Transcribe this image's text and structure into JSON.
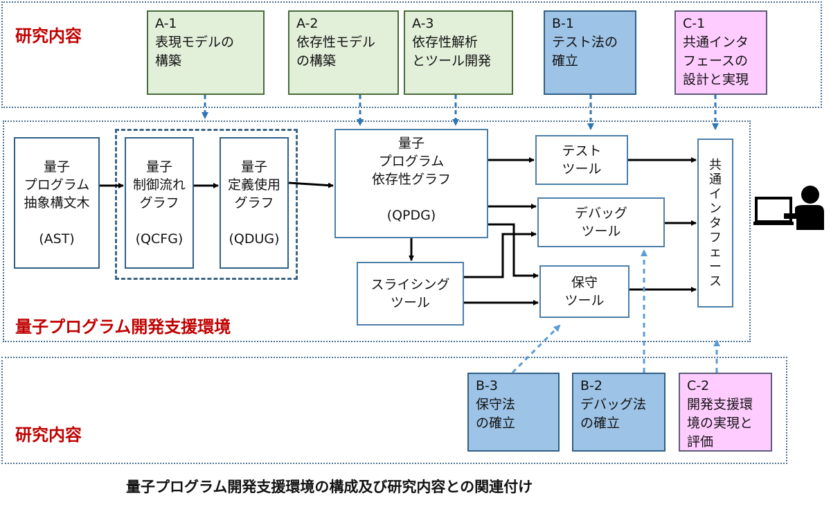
{
  "research_top": {
    "label": "研究内容",
    "items": [
      {
        "id": "a1",
        "text": "A-1\n表現モデルの\n構築"
      },
      {
        "id": "a2",
        "text": "A-2\n依存性モデル\nの構築"
      },
      {
        "id": "a3",
        "text": "A-3\n依存性解析\nとツール開発"
      },
      {
        "id": "b1",
        "text": "B-1\nテスト法の\n確立"
      },
      {
        "id": "c1",
        "text": "C-1\n共通インタ\nフェースの\n設計と実現"
      }
    ]
  },
  "environment": {
    "label": "量子プログラム開発支援環境",
    "ast": "量子\nプログラム\n抽象構文木\n\n(AST)",
    "qcfg": "量子\n制御流れ\nグラフ\n\n(QCFG)",
    "qdug": "量子\n定義使用\nグラフ\n\n(QDUG)",
    "qpdg": "量子\nプログラム\n依存性グラフ\n\n(QPDG)",
    "slicing": "スライシング\nツール",
    "test_tool": "テスト\nツール",
    "debug_tool": "デバッグ\nツール",
    "maint_tool": "保守\nツール",
    "interface": "共\n通\nイ\nン\nタ\nフ\nェ\nー\nス"
  },
  "research_bottom": {
    "label": "研究内容",
    "items": [
      {
        "id": "b3",
        "text": "B-3\n保守法\nの確立"
      },
      {
        "id": "b2",
        "text": "B-2\nデバッグ法\nの確立"
      },
      {
        "id": "c2",
        "text": "C-2\n開発支援環\n境の実現と\n評価"
      }
    ]
  },
  "caption": "量子プログラム開発支援環境の構成及び研究内容との関連付け",
  "user_icon": "user-at-computer-icon",
  "colors": {
    "green": "#e2efd9",
    "blue": "#9dc3e6",
    "pink": "#ffccff",
    "red_label": "#c00000",
    "dashed_arrow": "#2e75b6",
    "dashed_arrow_light": "#5b9bd5"
  }
}
